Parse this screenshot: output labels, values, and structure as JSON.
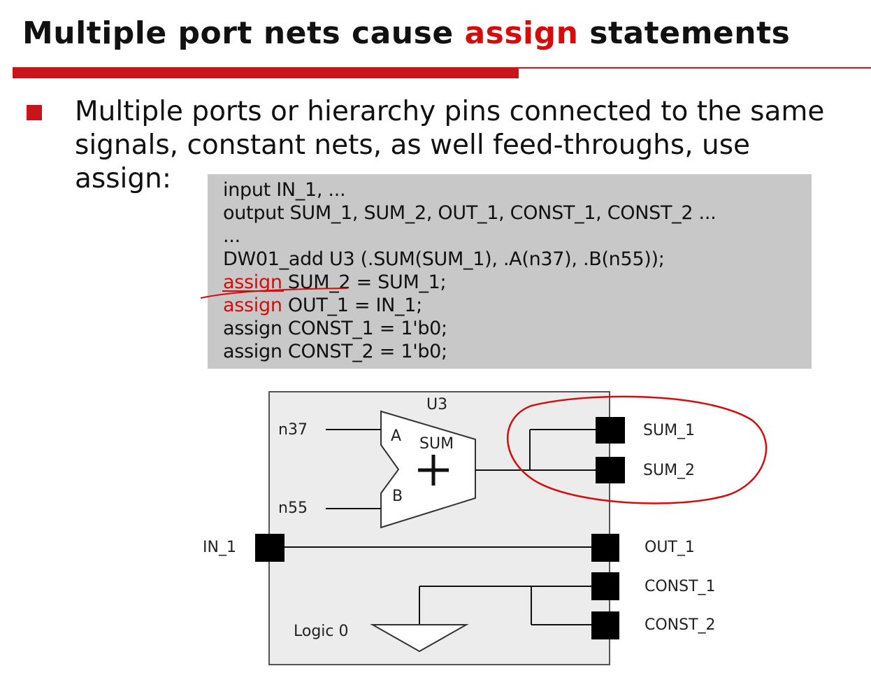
{
  "title": {
    "part1": "Multiple port nets cause ",
    "highlight": "assign",
    "part2": " statements"
  },
  "bullet": {
    "lines": [
      "Multiple ports or hierarchy pins connected to the same",
      "signals, constant nets, as well feed-throughs, use",
      "assign:"
    ]
  },
  "code": {
    "line1": "input IN_1, ...",
    "line2": "output SUM_1, SUM_2, OUT_1, CONST_1, CONST_2 ...",
    "line3": "...",
    "line4": "DW01_add U3 (.SUM(SUM_1), .A(n37), .B(n55));",
    "line5_kw": "assign",
    "line5_rest": " SUM_2 = SUM_1;",
    "line6_kw": "assign",
    "line6_rest": " OUT_1 = IN_1;",
    "line7": "assign CONST_1 = 1'b0;",
    "line8": "assign CONST_2 = 1'b0;"
  },
  "diagram": {
    "instance": "U3",
    "input_a_net": "n37",
    "input_b_net": "n55",
    "pin_a": "A",
    "pin_b": "B",
    "pin_sum": "SUM",
    "plus_symbol": "+",
    "in_port": "IN_1",
    "out_ports": [
      "SUM_1",
      "SUM_2",
      "OUT_1",
      "CONST_1",
      "CONST_2"
    ],
    "logic_label": "Logic 0"
  },
  "colors": {
    "accent": "#d50c0c",
    "rule": "#c8141b",
    "code_bg": "#c8c8c8",
    "block_bg": "#ececec"
  }
}
